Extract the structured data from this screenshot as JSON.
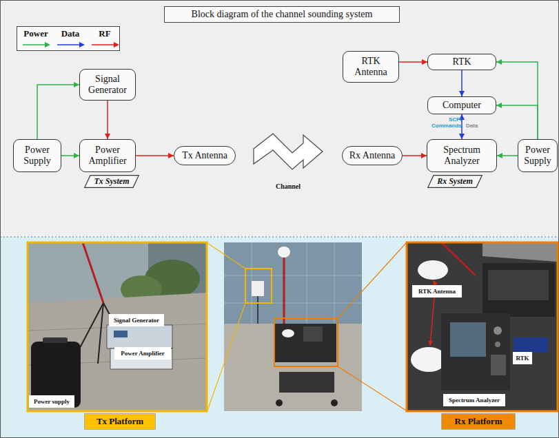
{
  "diagram": {
    "title": "Block diagram of the channel sounding system",
    "nodes": [
      {
        "text": [
          "Signal Generator"
        ]
      },
      {
        "text": [
          "Power Supply"
        ]
      },
      {
        "text": [
          "Power Amplifier"
        ]
      },
      {
        "text": [
          "Tx Antenna"
        ]
      },
      {
        "text": [
          "Tx System"
        ]
      },
      {
        "text": [
          "Channel"
        ]
      },
      {
        "text": [
          "RTK Antenna"
        ]
      },
      {
        "text": [
          "RTK"
        ]
      },
      {
        "text": [
          "Computer"
        ]
      },
      {
        "text": [
          "Rx Antenna"
        ]
      },
      {
        "text": [
          "Spectrum Analyzer"
        ]
      },
      {
        "text": [
          "Power Supply"
        ]
      },
      {
        "text": [
          "Rx System"
        ]
      },
      {
        "text": [
          "Power supply"
        ]
      },
      {
        "text": [
          "Signal Generator"
        ]
      },
      {
        "text": [
          "Power Amplifier"
        ]
      },
      {
        "text": [
          "RTK Antenna"
        ]
      },
      {
        "text": [
          "RTK"
        ]
      },
      {
        "text": [
          "Spectrum Analyzer"
        ]
      },
      {
        "text": [
          "Tx Platform"
        ]
      },
      {
        "text": [
          "Rx Platform"
        ]
      }
    ],
    "edges": [
      {
        "from": 1,
        "to": 0,
        "arrow": "to"
      },
      {
        "from": 1,
        "to": 2,
        "arrow": "to"
      },
      {
        "from": 0,
        "to": 2,
        "arrow": "to"
      },
      {
        "from": 2,
        "to": 3,
        "arrow": "to"
      },
      {
        "from": 6,
        "to": 7,
        "arrow": "to"
      },
      {
        "from": 7,
        "to": 8,
        "arrow": "to"
      },
      {
        "from": 8,
        "to": 10,
        "arrow": "both"
      },
      {
        "from": 9,
        "to": 10,
        "arrow": "to"
      },
      {
        "from": 11,
        "to": 10,
        "arrow": "to"
      },
      {
        "from": 11,
        "to": 8,
        "arrow": "to"
      },
      {
        "from": 11,
        "to": 7,
        "arrow": "to"
      }
    ],
    "labels": [
      "SCPI Commands",
      "Data"
    ],
    "legend": [
      {
        "text": "Power"
      },
      {
        "text": "Data"
      },
      {
        "text": "RF"
      }
    ]
  }
}
